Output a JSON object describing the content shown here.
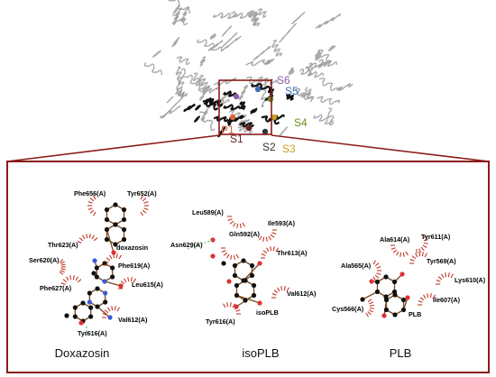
{
  "colors": {
    "frame": "#8b1a1a",
    "hydrophobic_arc": "#c0392b",
    "ligand_label": "#c8941e",
    "hbond_residue": "#2e8b2e",
    "hbond_line": "#4caf50",
    "carbon_atom": "#111111",
    "oxygen_atom": "#e03030",
    "nitrogen_atom": "#3a5ad8",
    "bond": "#7a4a20",
    "protein_ribbon": "#9a9a9a",
    "protein_focus": "#111111"
  },
  "protein_sites": [
    {
      "label": "S6",
      "color": "#8e5aa8"
    },
    {
      "label": "S5",
      "color": "#3a6fb5"
    },
    {
      "label": "S4",
      "color": "#6b8e23"
    },
    {
      "label": "S3",
      "color": "#c8a020"
    },
    {
      "label": "S2",
      "color": "#333333"
    },
    {
      "label": "S1",
      "color": "#6b2020"
    },
    {
      "label": "P1",
      "color": "#d9663a"
    }
  ],
  "panels": [
    {
      "caption": "Doxazosin",
      "ligand": "doxazosin",
      "residues": [
        {
          "name": "Phe656(A)",
          "kind": "hydrophobic"
        },
        {
          "name": "Tyr652(A)",
          "kind": "hydrophobic"
        },
        {
          "name": "Thr623(A)",
          "kind": "hydrophobic"
        },
        {
          "name": "Ser620(A)",
          "kind": "hydrophobic"
        },
        {
          "name": "Phe619(A)",
          "kind": "hydrophobic"
        },
        {
          "name": "Phe627(A)",
          "kind": "hydrophobic"
        },
        {
          "name": "Leu615(A)",
          "kind": "hydrophobic"
        },
        {
          "name": "Val612(A)",
          "kind": "hydrophobic"
        },
        {
          "name": "Tyr616(A)",
          "kind": "hbond"
        }
      ]
    },
    {
      "caption": "isoPLB",
      "ligand": "isoPLB",
      "residues": [
        {
          "name": "Leu589(A)",
          "kind": "hydrophobic"
        },
        {
          "name": "Ile593(A)",
          "kind": "hydrophobic"
        },
        {
          "name": "Gln592(A)",
          "kind": "hydrophobic"
        },
        {
          "name": "Asn629(A)",
          "kind": "hbond"
        },
        {
          "name": "Thr613(A)",
          "kind": "hydrophobic"
        },
        {
          "name": "Val612(A)",
          "kind": "hydrophobic"
        },
        {
          "name": "Tyr616(A)",
          "kind": "hydrophobic"
        }
      ]
    },
    {
      "caption": "PLB",
      "ligand": "PLB",
      "residues": [
        {
          "name": "Ala614(A)",
          "kind": "hydrophobic"
        },
        {
          "name": "Tyr611(A)",
          "kind": "hydrophobic"
        },
        {
          "name": "Ala565(A)",
          "kind": "hydrophobic"
        },
        {
          "name": "Tyr569(A)",
          "kind": "hydrophobic"
        },
        {
          "name": "Lys610(A)",
          "kind": "hydrophobic"
        },
        {
          "name": "Ile607(A)",
          "kind": "hydrophobic"
        },
        {
          "name": "Cys566(A)",
          "kind": "hydrophobic"
        }
      ]
    }
  ]
}
